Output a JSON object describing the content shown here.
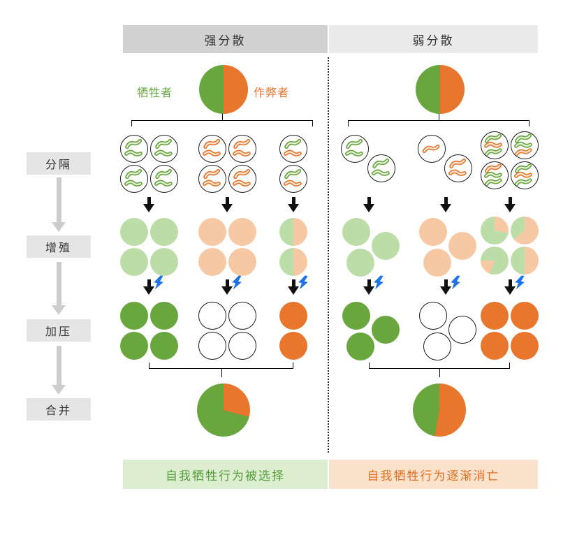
{
  "figure": {
    "headers": {
      "left": "强分散",
      "right": "弱分散"
    },
    "legend": {
      "sacrificer": "牺牲者",
      "cheater": "作弊者"
    },
    "steps": [
      "分隔",
      "增殖",
      "加压",
      "合并"
    ],
    "results": {
      "left": "自我牺牲行为被选择",
      "right": "自我牺牲行为逐渐消亡"
    }
  },
  "icons": {
    "lightning": "blue lightning bolt",
    "flow_arrow": "downward arrow",
    "bacterium": "rod-shaped microbe"
  },
  "colors": {
    "green": "#69a73e",
    "orange": "#e8762d",
    "lightGreen": "#bcdca8",
    "lightOrange": "#f6c9a4",
    "headerLeftBg": "#d2d2d2",
    "headerRightBg": "#eaeaea",
    "stepBg": "#e5e5e5",
    "resultLeftBg": "#dcedd0",
    "resultRightBg": "#fbe2cd",
    "resultLeftText": "#56a03c",
    "resultRightText": "#e2701f",
    "bolt": "#1e73e8",
    "grayArrow": "#cdcdcd",
    "black": "#111111"
  },
  "pies": {
    "legend": {
      "slices": [
        {
          "c": "orange",
          "deg": 180
        },
        {
          "c": "green",
          "deg": 180
        }
      ]
    },
    "halfLight": {
      "slices": [
        {
          "c": "lightOrange",
          "deg": 180
        },
        {
          "c": "lightGreen",
          "deg": 180
        }
      ]
    },
    "mixA": {
      "slices": [
        {
          "c": "lightOrange",
          "deg": 100
        },
        {
          "c": "lightGreen",
          "deg": 260
        }
      ]
    },
    "mixB": {
      "slices": [
        {
          "c": "lightOrange",
          "deg": 230
        },
        {
          "c": "lightGreen",
          "deg": 130
        }
      ]
    },
    "mixC": {
      "slices": [
        {
          "c": "lightGreen",
          "deg": 200
        },
        {
          "c": "lightOrange",
          "deg": 70
        },
        {
          "c": "lightGreen",
          "deg": 90
        }
      ]
    },
    "mixD": {
      "slices": [
        {
          "c": "lightOrange",
          "deg": 180
        },
        {
          "c": "lightGreen",
          "deg": 180
        }
      ]
    },
    "mergedLeft": {
      "slices": [
        {
          "c": "orange",
          "deg": 105
        },
        {
          "c": "green",
          "deg": 255
        }
      ]
    },
    "mergedRight": {
      "slices": [
        {
          "c": "orange",
          "deg": 190
        },
        {
          "c": "green",
          "deg": 170
        }
      ]
    }
  }
}
